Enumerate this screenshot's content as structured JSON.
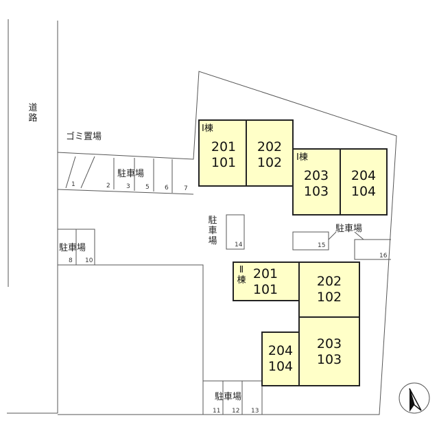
{
  "road": {
    "label": "道路"
  },
  "trash_area": {
    "label": "ゴミ置場"
  },
  "parking": {
    "label": "駐車場",
    "spaces": [
      "1",
      "2",
      "3",
      "5",
      "6",
      "7",
      "8",
      "10",
      "11",
      "12",
      "13",
      "14",
      "15",
      "16"
    ]
  },
  "building_1": {
    "name": "Ⅰ棟",
    "units": [
      {
        "upper": "201",
        "lower": "101"
      },
      {
        "upper": "202",
        "lower": "102"
      },
      {
        "upper": "203",
        "lower": "103"
      },
      {
        "upper": "204",
        "lower": "104"
      }
    ]
  },
  "building_2": {
    "name": "Ⅱ棟",
    "units": [
      {
        "upper": "201",
        "lower": "101"
      },
      {
        "upper": "202",
        "lower": "102"
      },
      {
        "upper": "203",
        "lower": "103"
      },
      {
        "upper": "204",
        "lower": "104"
      }
    ]
  },
  "north_arrow": {
    "icon": "north-arrow-icon"
  },
  "colors": {
    "building_fill": "#ffffc8",
    "line": "#555555"
  }
}
